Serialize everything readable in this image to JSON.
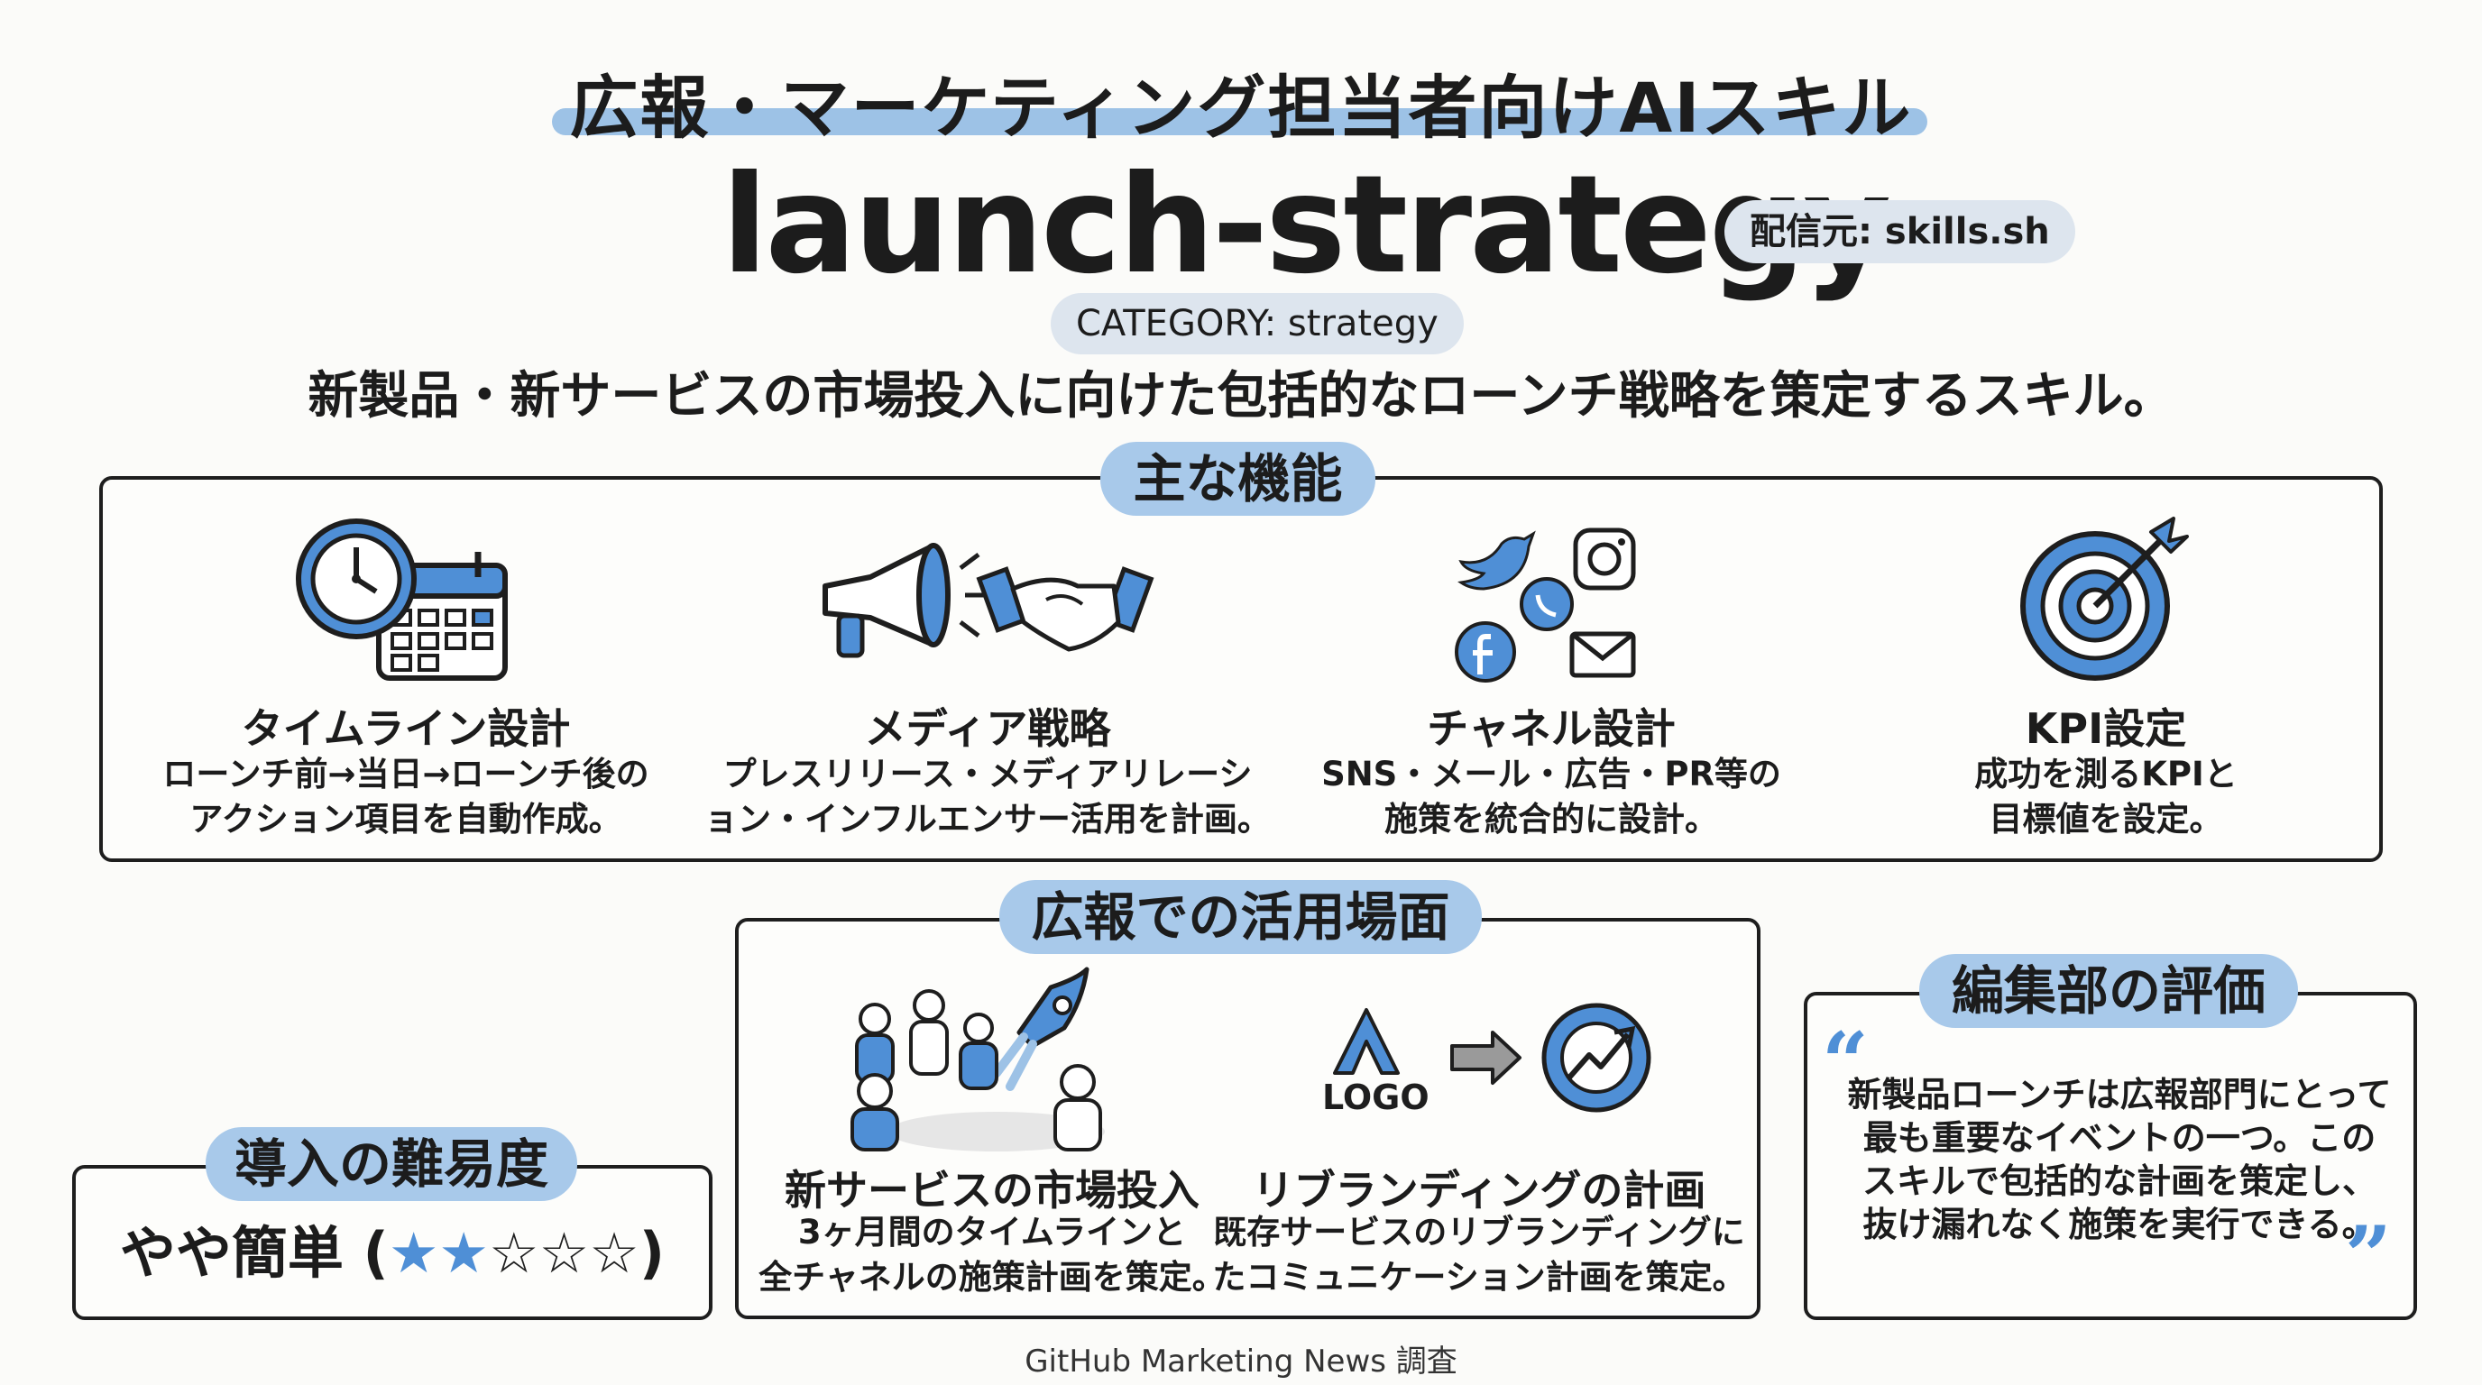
{
  "header": {
    "subtitle": "広報・マーケティング担当者向けAIスキル",
    "title": "launch-strategy",
    "source_badge": "配信元: skills.sh",
    "category_badge": "CATEGORY: strategy",
    "description": "新製品・新サービスの市場投入に向けた包括的なローンチ戦略を策定するスキル。"
  },
  "features": {
    "heading": "主な機能",
    "items": [
      {
        "title": "タイムライン設計",
        "desc": "ローンチ前→当日→ローンチ後の\nアクション項目を自動作成。",
        "icons": [
          "clock-icon",
          "calendar-icon"
        ]
      },
      {
        "title": "メディア戦略",
        "desc": "プレスリリース・メディアリレーシ\nョン・インフルエンサー活用を計画。",
        "icons": [
          "megaphone-icon",
          "handshake-icon"
        ]
      },
      {
        "title": "チャネル設計",
        "desc": "SNS・メール・広告・PR等の\n施策を統合的に設計。",
        "icons": [
          "twitter-icon",
          "instagram-icon",
          "whatsapp-icon",
          "facebook-icon",
          "mail-icon"
        ]
      },
      {
        "title": "KPI設定",
        "desc": "成功を測るKPIと\n目標値を設定。",
        "icons": [
          "target-icon"
        ]
      }
    ]
  },
  "use_cases": {
    "heading": "広報での活用場面",
    "items": [
      {
        "title": "新サービスの市場投入",
        "desc": "3ヶ月間のタイムラインと\n全チャネルの施策計画を策定。",
        "icons": [
          "team-rocket-icon"
        ]
      },
      {
        "title": "リブランディングの計画",
        "desc": "既存サービスのリブランディングに\nたコミュニケーション計画を策定。",
        "logo_text": "LOGO",
        "icons": [
          "logo-icon",
          "arrow-right-icon",
          "refresh-growth-icon"
        ]
      }
    ]
  },
  "difficulty": {
    "heading": "導入の難易度",
    "label": "やや簡単",
    "rating": 2,
    "max_rating": 5
  },
  "review": {
    "heading": "編集部の評価",
    "text": "新製品ローンチは広報部門にとって\n最も重要なイベントの一つ。この\nスキルで包括的な計画を策定し、\n抜け漏れなく施策を実行できる。"
  },
  "footer": "GitHub Marketing News 調査",
  "colors": {
    "accent": "#4f8fd6",
    "pill": "#a8c9ea",
    "badge": "#dde5ee",
    "ink": "#1e1e1e"
  }
}
